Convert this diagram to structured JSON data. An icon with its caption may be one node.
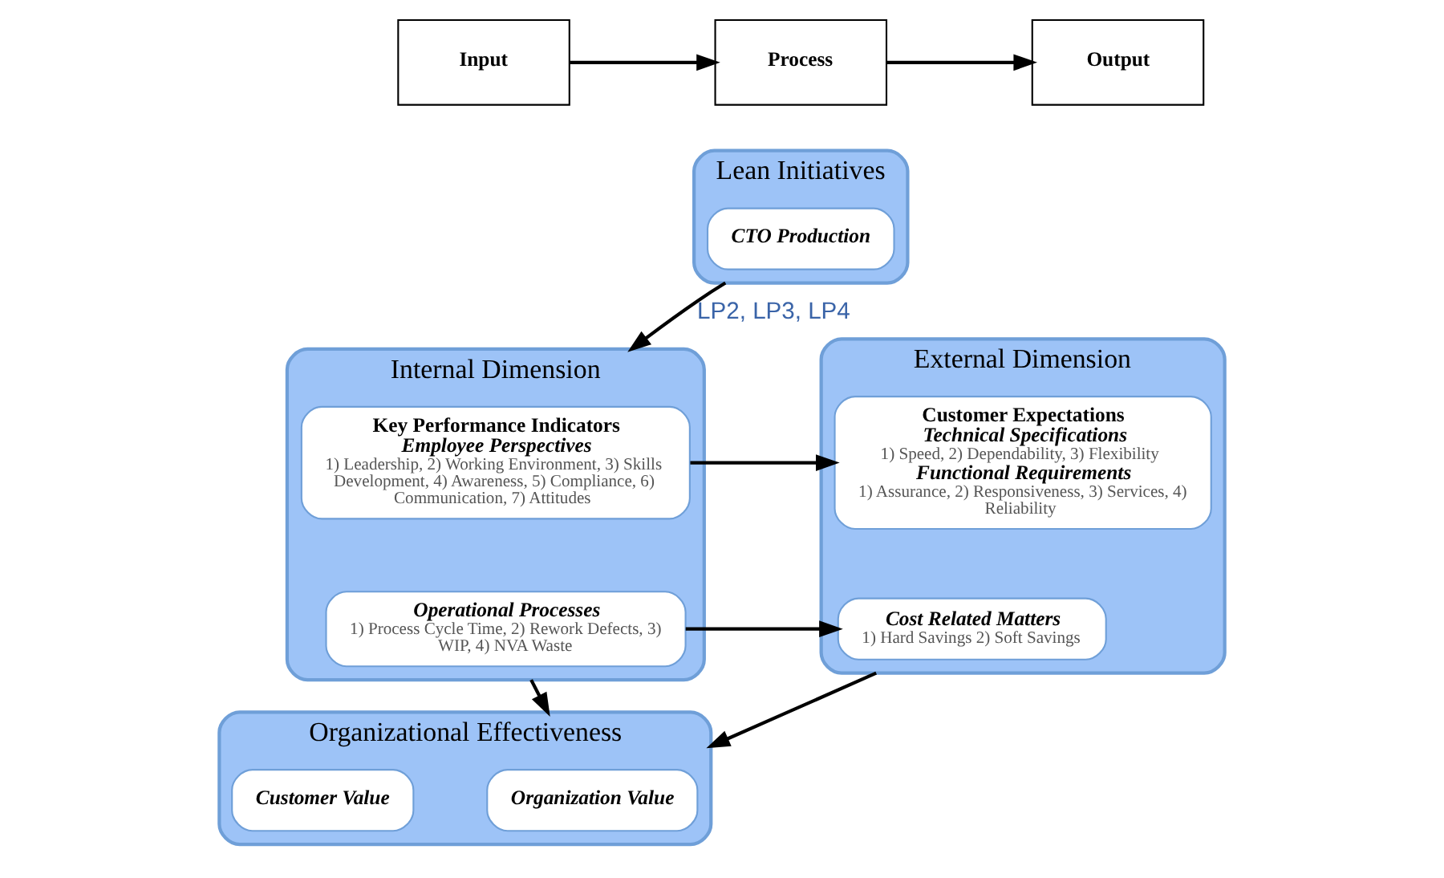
{
  "diagram": {
    "nodes": [
      {
        "text": [
          "Input"
        ]
      },
      {
        "text": [
          "Process"
        ]
      },
      {
        "text": [
          "Output"
        ]
      },
      {
        "text": [
          "Lean Initiatives"
        ]
      },
      {
        "text": [
          "CTO Production"
        ],
        "in": 3
      },
      {
        "text": [
          "Internal Dimension"
        ]
      },
      {
        "text": [
          "Key Performance Indicators",
          "Employee Perspectives",
          "1) Leadership, 2) Working Environment, 3) Skills Development, 4) Awareness, 5) Compliance, 6) Communication, 7) Attitudes"
        ],
        "in": 5
      },
      {
        "text": [
          "Operational Processes",
          "1) Process Cycle Time, 2) Rework Defects, 3) WIP, 4) NVA Waste"
        ],
        "in": 5
      },
      {
        "text": [
          "External Dimension"
        ]
      },
      {
        "text": [
          "Customer Expectations",
          "Technical Specifications",
          "1) Speed, 2) Dependability, 3) Flexibility",
          "Functional Requirements",
          "1) Assurance, 2) Responsiveness, 3) Services, 4) Reliability"
        ],
        "in": 8
      },
      {
        "text": [
          "Cost Related Matters",
          "1) Hard Savings 2) Soft Savings"
        ],
        "in": 8
      },
      {
        "text": [
          "Organizational Effectiveness"
        ]
      },
      {
        "text": [
          "Organization Value"
        ],
        "in": 11
      },
      {
        "text": [
          "Customer Value"
        ],
        "in": 11
      }
    ],
    "edges": [
      {
        "from": 0,
        "to": 1,
        "arrow": "to"
      },
      {
        "from": 1,
        "to": 2,
        "arrow": "to"
      },
      {
        "from": 3,
        "to": 5,
        "arrow": "to",
        "label": "LP2, LP3, LP4"
      },
      {
        "from": 6,
        "to": 9,
        "arrow": "to"
      },
      {
        "from": 7,
        "to": 10,
        "arrow": "to"
      },
      {
        "from": 5,
        "to": 11,
        "arrow": "to"
      },
      {
        "from": 8,
        "to": 11,
        "arrow": "to"
      }
    ]
  }
}
